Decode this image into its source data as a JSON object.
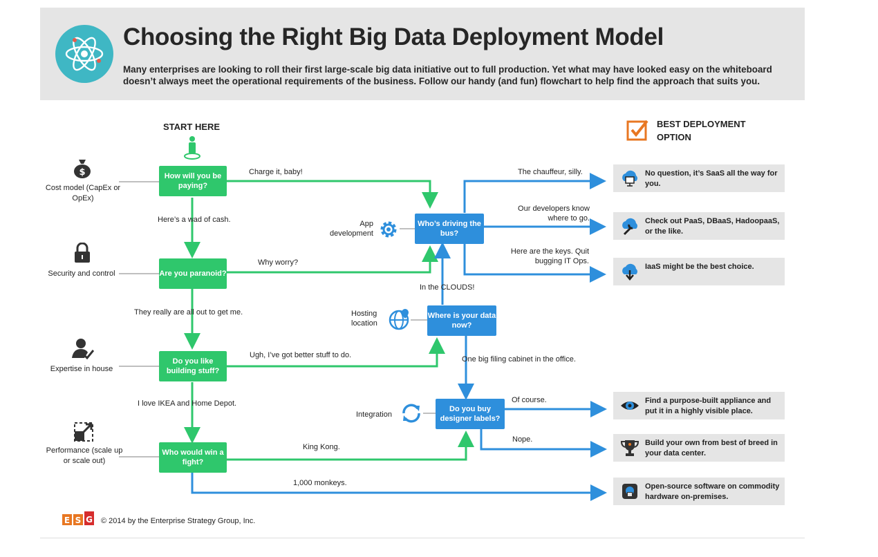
{
  "header": {
    "title": "Choosing the Right Big Data Deployment Model",
    "subtitle": "Many enterprises are looking to roll their first large-scale big data initiative out to full production. Yet what may have looked easy on the whiteboard doesn’t always meet the operational requirements of the business. Follow our handy (and fun) flowchart to help find the approach that suits you."
  },
  "start_label": "START HERE",
  "best_label": "BEST DEPLOYMENT OPTION",
  "categories": {
    "cost": "Cost model (CapEx or OpEx)",
    "security": "Security and control",
    "expertise": "Expertise in house",
    "performance": "Performance (scale up or scale out)",
    "app_dev": "App development",
    "hosting": "Hosting location",
    "integration": "Integration"
  },
  "questions": {
    "paying": "How will you be paying?",
    "paranoid": "Are you paranoid?",
    "building": "Do you like building stuff?",
    "fight": "Who would win a fight?",
    "driving": "Who’s driving the bus?",
    "where": "Where is your data now?",
    "designer": "Do you buy designer labels?"
  },
  "answers": {
    "charge": "Charge it, baby!",
    "wad": "Here’s a wad of cash.",
    "why_worry": "Why worry?",
    "out_to_get": "They really are all out to get me.",
    "ugh": "Ugh, I’ve got better stuff to do.",
    "ikea": "I love IKEA and Home Depot.",
    "king_kong": "King Kong.",
    "monkeys": "1,000 monkeys.",
    "chauffeur": "The chauffeur, silly.",
    "developers": "Our developers know where to go.",
    "keys": "Here are the keys. Quit bugging IT Ops.",
    "clouds": "In the CLOUDS!",
    "filing": "One big filing cabinet in the office.",
    "of_course": "Of course.",
    "nope": "Nope."
  },
  "options": {
    "saas": "No question, it’s SaaS all the way for you.",
    "paas": "Check out PaaS, DBaaS, HadoopaaS, or the like.",
    "iaas": "IaaS might be the best choice.",
    "appliance": "Find a purpose-built appliance and put it in a highly visible place.",
    "build": "Build your own from best of breed in your data center.",
    "opensource": "Open-source software on commodity hardware on-premises."
  },
  "footer": {
    "logo": "ESG",
    "copyright": "© 2014 by the Enterprise Strategy Group, Inc."
  },
  "colors": {
    "green": "#2fc76c",
    "blue": "#2e8fdc",
    "teal": "#3fb7c4",
    "orange": "#e87722"
  }
}
